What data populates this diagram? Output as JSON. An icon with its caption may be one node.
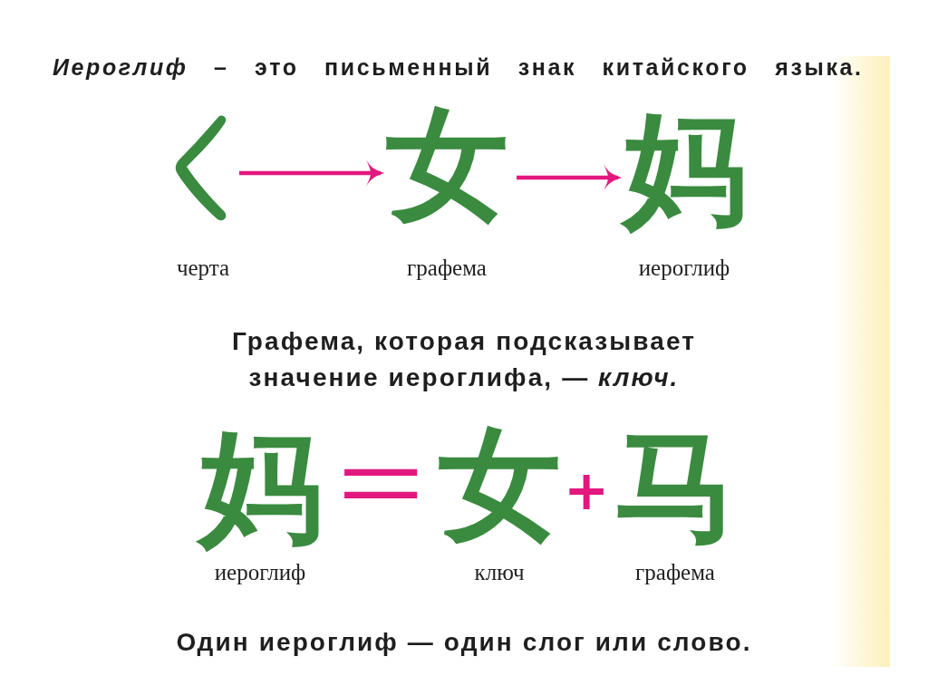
{
  "diagram": {
    "title": "*Иероглиф* – это письменный знак китайского языка.",
    "nodes": [
      {
        "text": [],
        "shape": "picture",
        "beside": [
          "черта"
        ]
      },
      {
        "text": [
          "女"
        ],
        "beside": [
          "графема"
        ]
      },
      {
        "text": [
          "妈"
        ],
        "beside": [
          "иероглиф"
        ]
      },
      {
        "text": [
          "妈"
        ],
        "beside": [
          "иероглиф"
        ]
      },
      {
        "text": [
          "女"
        ],
        "beside": [
          "ключ"
        ]
      },
      {
        "text": [
          "马"
        ],
        "beside": [
          "графема"
        ]
      }
    ],
    "edges": [
      {
        "from": 0,
        "to": 1,
        "arrow": "to"
      },
      {
        "from": 1,
        "to": 2,
        "arrow": "to"
      }
    ],
    "labels": [
      "Графема, которая подсказывает значение иероглифа, — *ключ.*",
      "=",
      "+",
      "Один иероглиф — один слог или слово."
    ]
  }
}
